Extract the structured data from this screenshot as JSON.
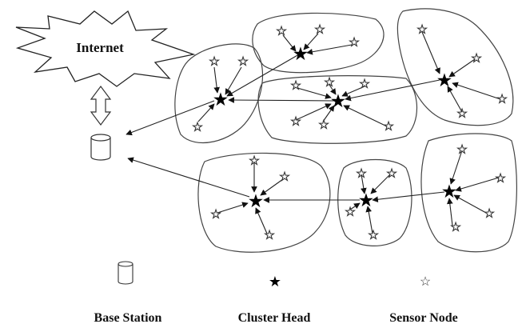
{
  "internet_label": "Internet",
  "legend": {
    "base_station": "Base Station",
    "cluster_head": "Cluster Head",
    "sensor_node": "Sensor Node"
  },
  "colors": {
    "stroke": "#222222",
    "background": "#ffffff",
    "star_fill": "#000000"
  }
}
